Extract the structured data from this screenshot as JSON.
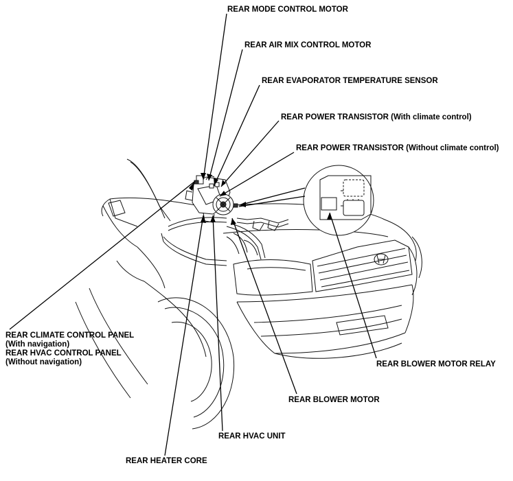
{
  "labels": {
    "mode_motor": "REAR MODE CONTROL MOTOR",
    "air_mix_motor": "REAR AIR MIX CONTROL MOTOR",
    "evap_sensor": "REAR EVAPORATOR TEMPERATURE SENSOR",
    "transistor_with": "REAR POWER TRANSISTOR (With climate control)",
    "transistor_without": "REAR POWER TRANSISTOR (Without climate control)",
    "climate_panel_1": "REAR CLIMATE CONTROL PANEL",
    "climate_panel_2": "(With navigation)",
    "hvac_panel_1": "REAR HVAC CONTROL PANEL",
    "hvac_panel_2": "(Without navigation)",
    "blower_relay": "REAR BLOWER MOTOR RELAY",
    "blower_motor": "REAR BLOWER MOTOR",
    "hvac_unit": "REAR HVAC UNIT",
    "heater_core": "REAR HEATER CORE"
  }
}
